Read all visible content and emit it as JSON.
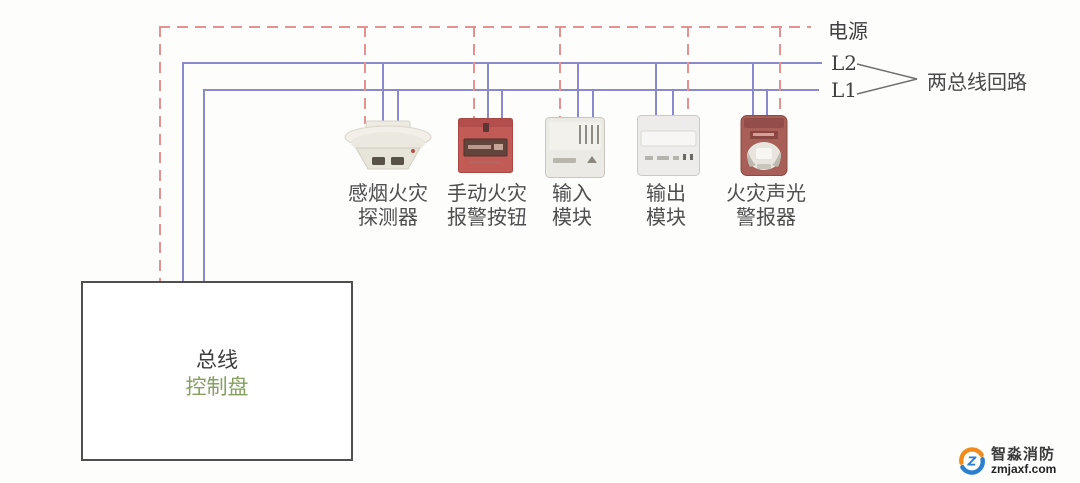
{
  "diagram_title": "two-bus fire alarm loop wiring diagram",
  "colors": {
    "power_line": "#e59191",
    "bus_line": "#8a8acb",
    "panel_border": "#4f4f4f",
    "label_text": "#4a4a4a",
    "panel_green_text": "#85a061",
    "manual_callpoint_red": "#c25a55",
    "alarm_maroon": "#a75f57"
  },
  "bus_lines": {
    "power_label": "电源",
    "l2_label": "L2",
    "l1_label": "L1",
    "loop_annotation": "两总线回路"
  },
  "devices": [
    {
      "id": "smoke-detector",
      "label_line1": "感烟火灾",
      "label_line2": "探测器"
    },
    {
      "id": "manual-call-point",
      "label_line1": "手动火灾",
      "label_line2": "报警按钮"
    },
    {
      "id": "input-module",
      "label_line1": "输入",
      "label_line2": "模块"
    },
    {
      "id": "output-module",
      "label_line1": "输出",
      "label_line2": "模块"
    },
    {
      "id": "sound-light-alarm",
      "label_line1": "火灾声光",
      "label_line2": "警报器"
    }
  ],
  "panel": {
    "line1": "总线",
    "line2": "控制盘"
  },
  "watermark": {
    "name": "智淼消防",
    "url": "zmjaxf.com"
  }
}
